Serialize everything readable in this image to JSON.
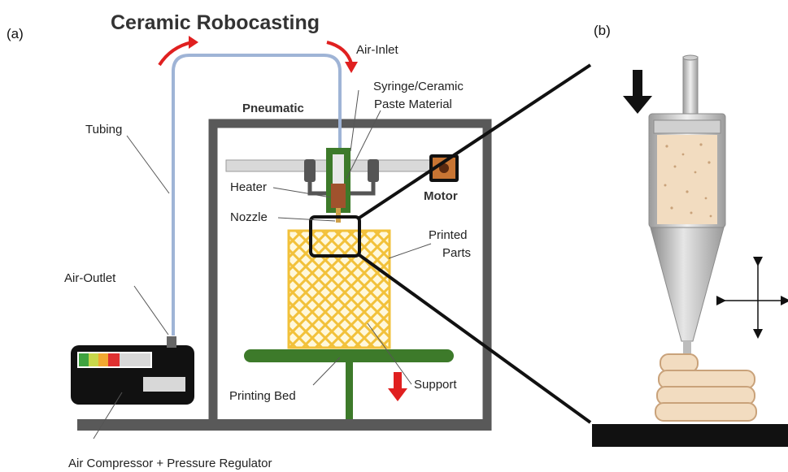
{
  "title": "Ceramic Robocasting",
  "panels": {
    "a": "(a)",
    "b": "(b)"
  },
  "labels": {
    "air_inlet": "Air-Inlet",
    "syringe_1": "Syringe/Ceramic",
    "syringe_2": "Paste Material",
    "pneumatic": "Pneumatic",
    "tubing": "Tubing",
    "heater": "Heater",
    "motor": "Motor",
    "nozzle": "Nozzle",
    "printed_1": "Printed",
    "printed_2": "Parts",
    "air_outlet": "Air-Outlet",
    "printing_bed": "Printing Bed",
    "support": "Support",
    "compressor": "Air Compressor + Pressure Regulator"
  },
  "colors": {
    "frame": "#595959",
    "tube": "#9fb4d6",
    "green": "#3d7a2a",
    "printed": "#f5c842",
    "red": "#e02020",
    "paste": "#f2dcc0",
    "black": "#111111"
  }
}
